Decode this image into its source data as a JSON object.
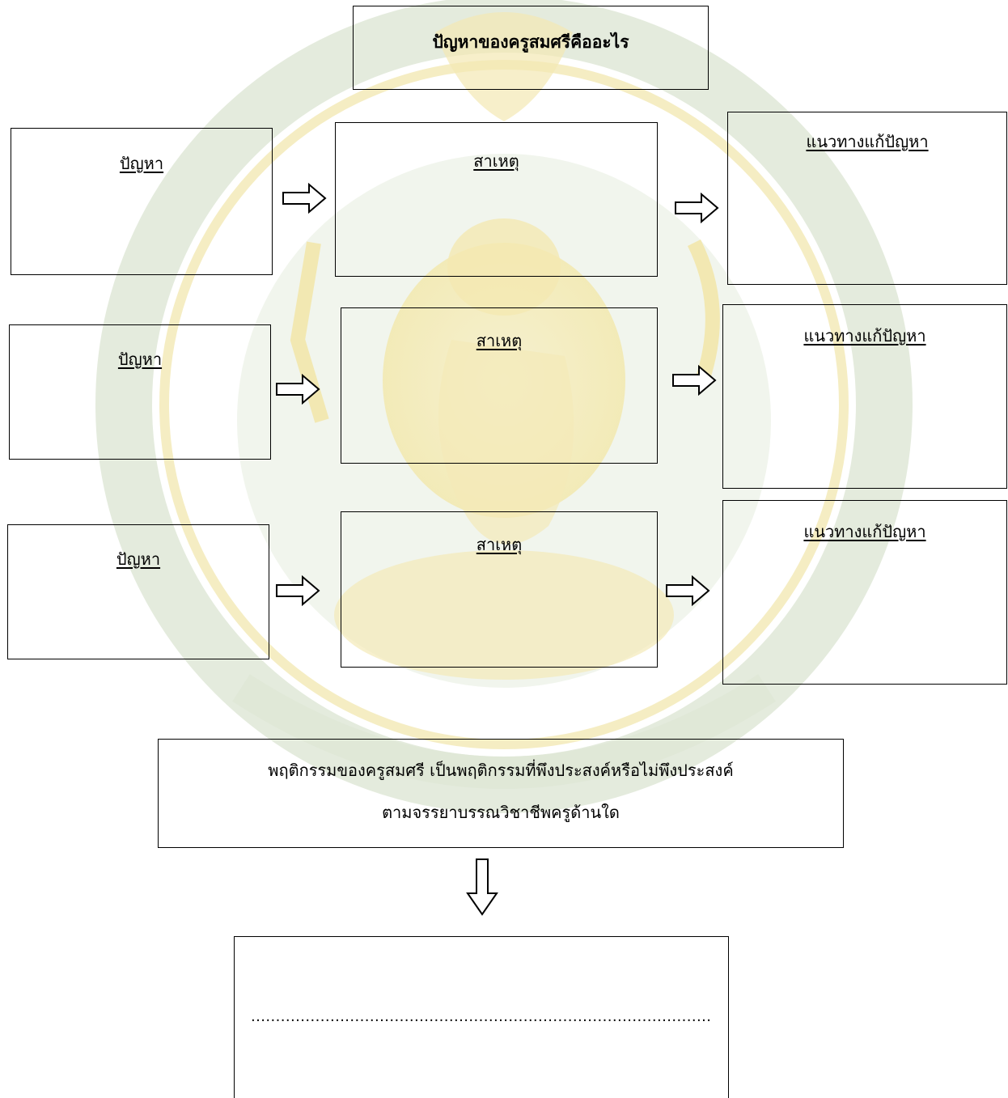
{
  "title_box": {
    "text": "ปัญหาของครูสมศรีคืออะไร"
  },
  "rows": [
    {
      "problem_label": "ปัญหา",
      "cause_label": "สาเหตุ",
      "solution_label": "แนวทางแก้ปัญหา"
    },
    {
      "problem_label": "ปัญหา",
      "cause_label": "สาเหตุ",
      "solution_label": "แนวทางแก้ปัญหา"
    },
    {
      "problem_label": "ปัญหา",
      "cause_label": "สาเหตุ",
      "solution_label": "แนวทางแก้ปัญหา"
    }
  ],
  "question_box": {
    "line1": "พฤติกรรมของครูสมศรี เป็นพฤติกรรมที่พึงประสงค์หรือไม่พึงประสงค์",
    "line2": "ตามจรรยาบรรณวิชาชีพครูด้านใด"
  },
  "answer_box": {
    "dotted": "............................................................................................."
  },
  "colors": {
    "watermark_gold": "#f3e7a6",
    "watermark_green": "#d8e2cf",
    "border": "#000000"
  },
  "icons": {
    "right_arrow": "outlined-right-arrow-icon",
    "down_arrow": "outlined-down-arrow-icon",
    "watermark": "ganesha-emblem-watermark"
  }
}
